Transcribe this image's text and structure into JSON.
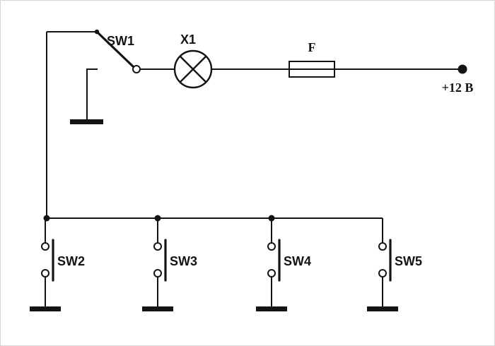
{
  "diagram": {
    "kind": "circuit-schematic",
    "components": {
      "sw1": {
        "label": "SW1"
      },
      "lamp": {
        "label": "X1"
      },
      "fuse": {
        "label": "F"
      },
      "supply": {
        "label": "+12 B"
      },
      "sw2": {
        "label": "SW2"
      },
      "sw3": {
        "label": "SW3"
      },
      "sw4": {
        "label": "SW4"
      },
      "sw5": {
        "label": "SW5"
      }
    },
    "colors": {
      "wire": "#141414",
      "background": "#ffffff"
    }
  }
}
